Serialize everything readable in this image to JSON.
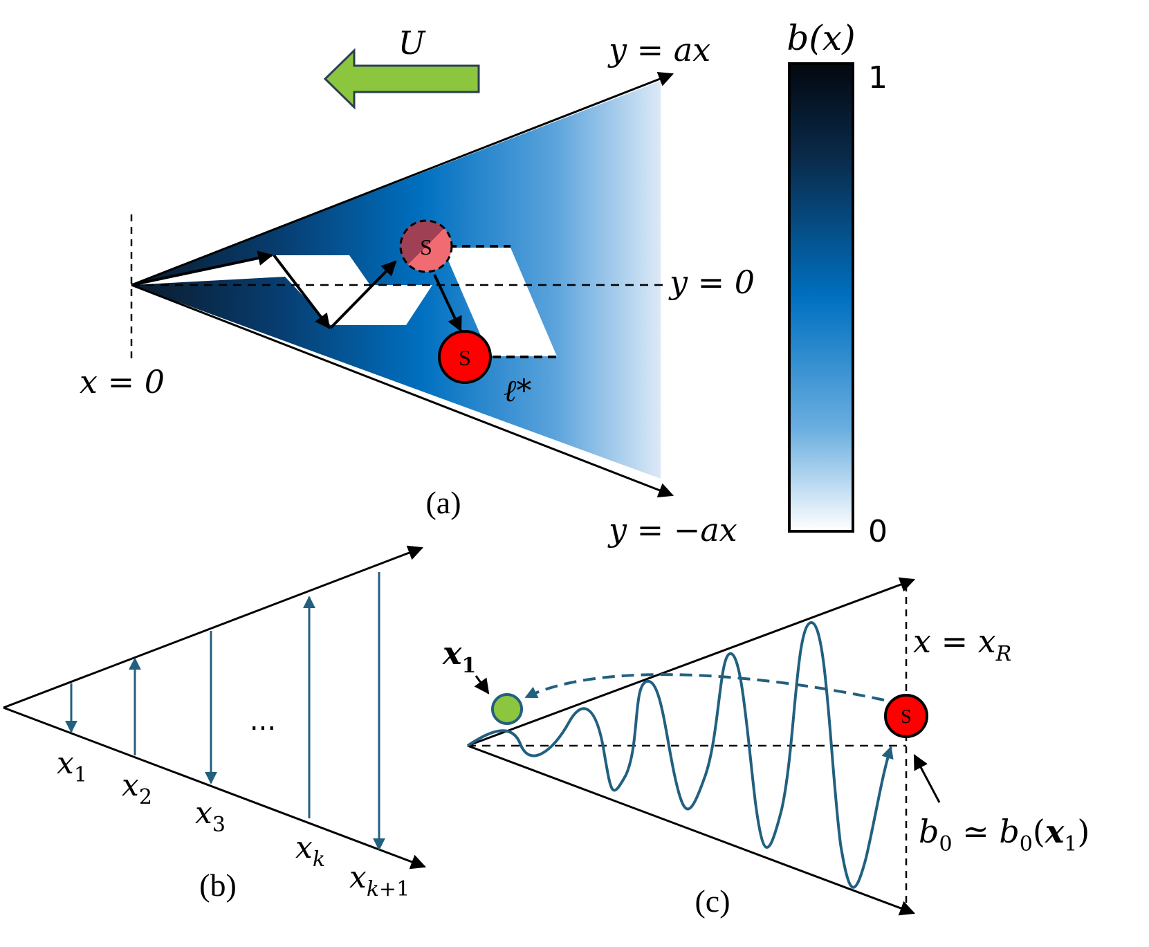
{
  "colors": {
    "flow_arrow": "#8cc63f",
    "flow_arrow_stroke": "#2b3f4f",
    "blue_strong": "#0070c0",
    "blue_dark": "#0b1a2a",
    "blue_pale": "#dce9f7",
    "wave": "#22607f",
    "source_red": "#ff0000",
    "source_ghost": "#f06b72",
    "source_ghost_dark": "#a04055",
    "target_green": "#8cc63f"
  },
  "panel_a": {
    "flow_label": "U",
    "upper_boundary_label": "y = ax",
    "lower_boundary_label": "y = −ax",
    "centerline_label": "y = 0",
    "origin_label": "x = 0",
    "length_label": "ℓ*",
    "source_symbol": "S",
    "caption": "(a)"
  },
  "colorbar": {
    "title": "b(x)",
    "max_label": "1",
    "min_label": "0"
  },
  "panel_b": {
    "labels": [
      "x1",
      "x2",
      "x3",
      "xk",
      "xk+1"
    ],
    "ellipsis": "...",
    "caption": "(b)"
  },
  "panel_c": {
    "target_label": "x1",
    "boundary_label": "x = xR",
    "approx_label": "b0 ≃ b0(x1)",
    "source_symbol": "S",
    "caption": "(c)"
  }
}
